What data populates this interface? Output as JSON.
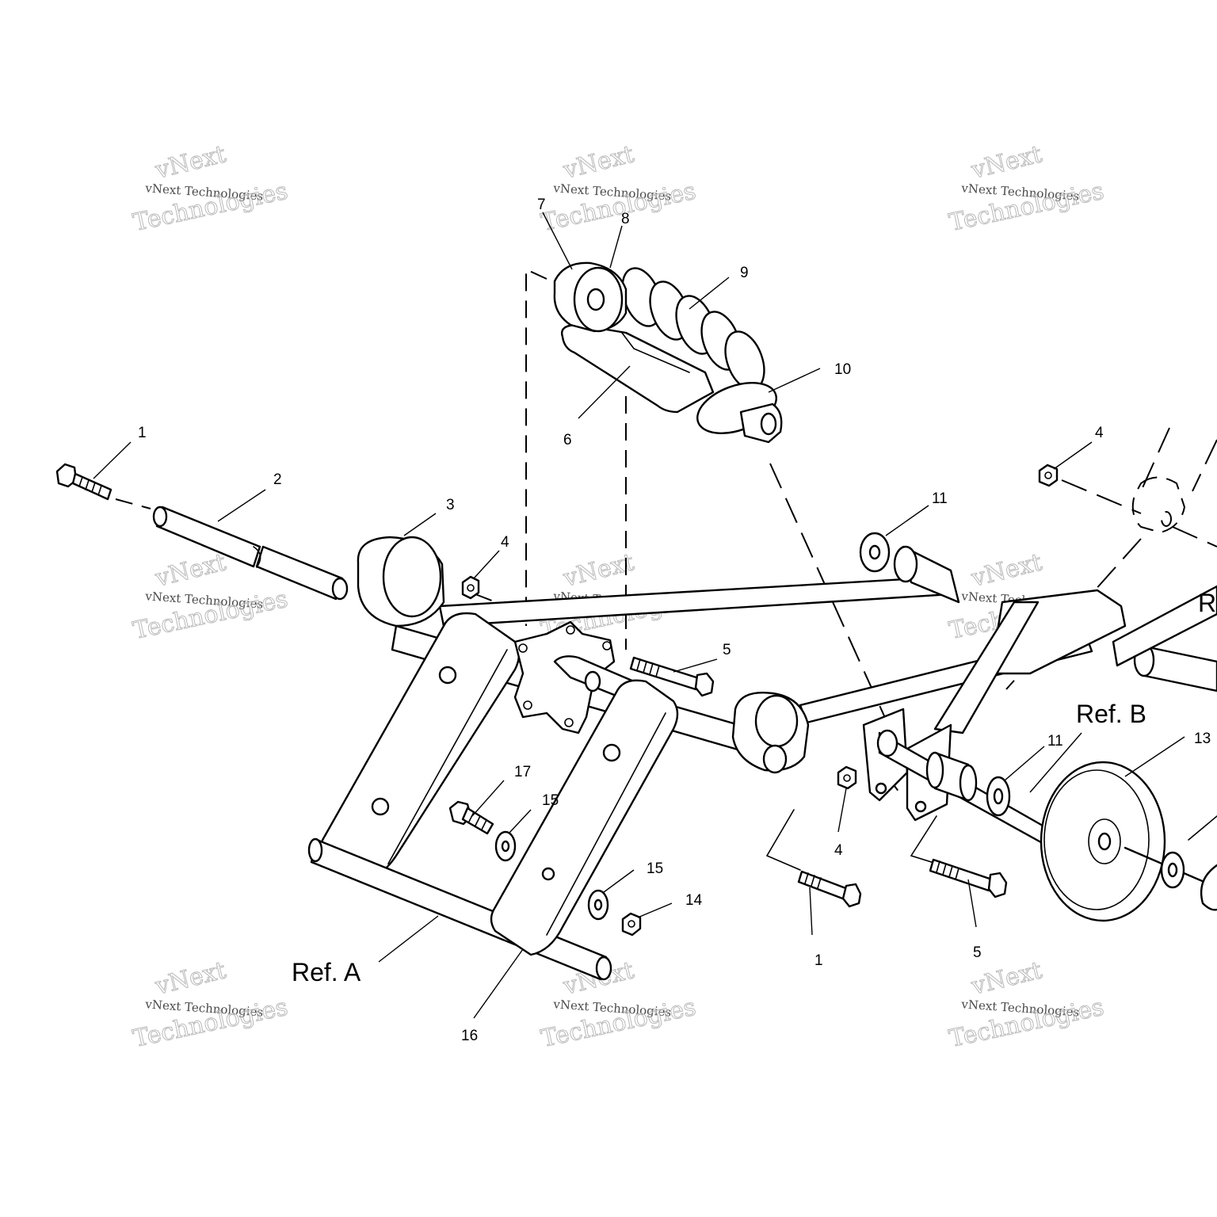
{
  "watermark": {
    "line_small": "vNext Technologies",
    "line_top": "vNext",
    "line_bottom": "Technologies"
  },
  "callouts": {
    "c1": "1",
    "c2": "2",
    "c3": "3",
    "c4a": "4",
    "c4b": "4",
    "c4c": "4",
    "c5a": "5",
    "c5b": "5",
    "c6": "6",
    "c7": "7",
    "c8": "8",
    "c9": "9",
    "c10": "10",
    "c11a": "11",
    "c11b": "11",
    "c13": "13",
    "c14": "14",
    "c15a": "15",
    "c15b": "15",
    "c16": "16",
    "c17": "17",
    "c1b": "1"
  },
  "refs": {
    "ref_a": "Ref. A",
    "ref_b": "Ref. B",
    "ref_c_partial": "R"
  }
}
